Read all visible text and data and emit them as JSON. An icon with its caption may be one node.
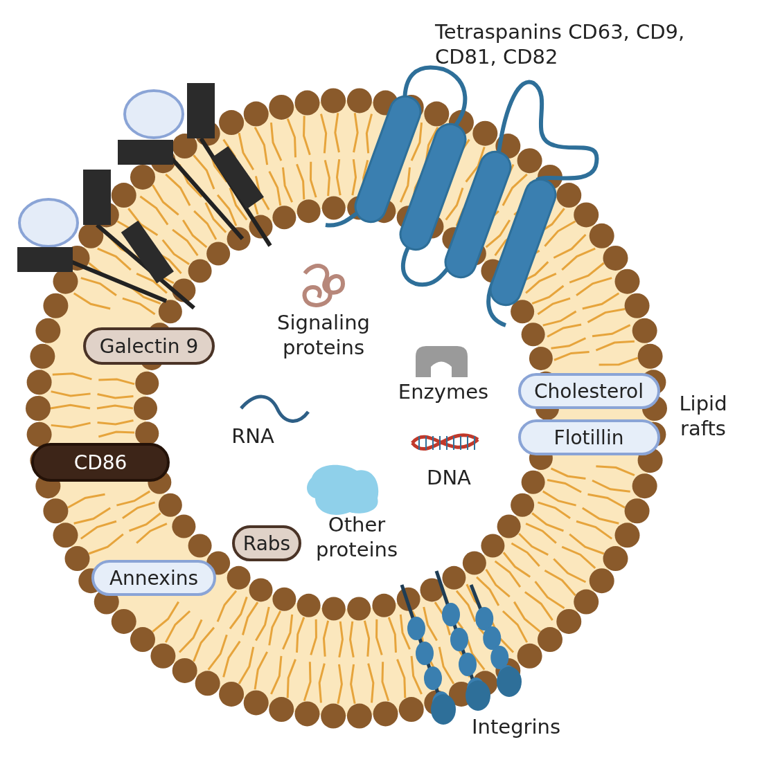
{
  "diagram": {
    "nodes": [
      {
        "text": [
          "Galectin 9"
        ]
      },
      {
        "text": [
          "CD86"
        ]
      },
      {
        "text": [
          "Annexins"
        ]
      },
      {
        "text": [
          "Rabs"
        ]
      },
      {
        "text": [
          "Cholesterol"
        ]
      },
      {
        "text": [
          "Flotillin"
        ]
      }
    ],
    "labels": [
      "Tetraspanins CD63, CD9, CD81, CD82",
      "Signaling proteins",
      "Enzymes",
      "RNA",
      "DNA",
      "Other proteins",
      "Lipid rafts",
      "Integrins"
    ]
  }
}
